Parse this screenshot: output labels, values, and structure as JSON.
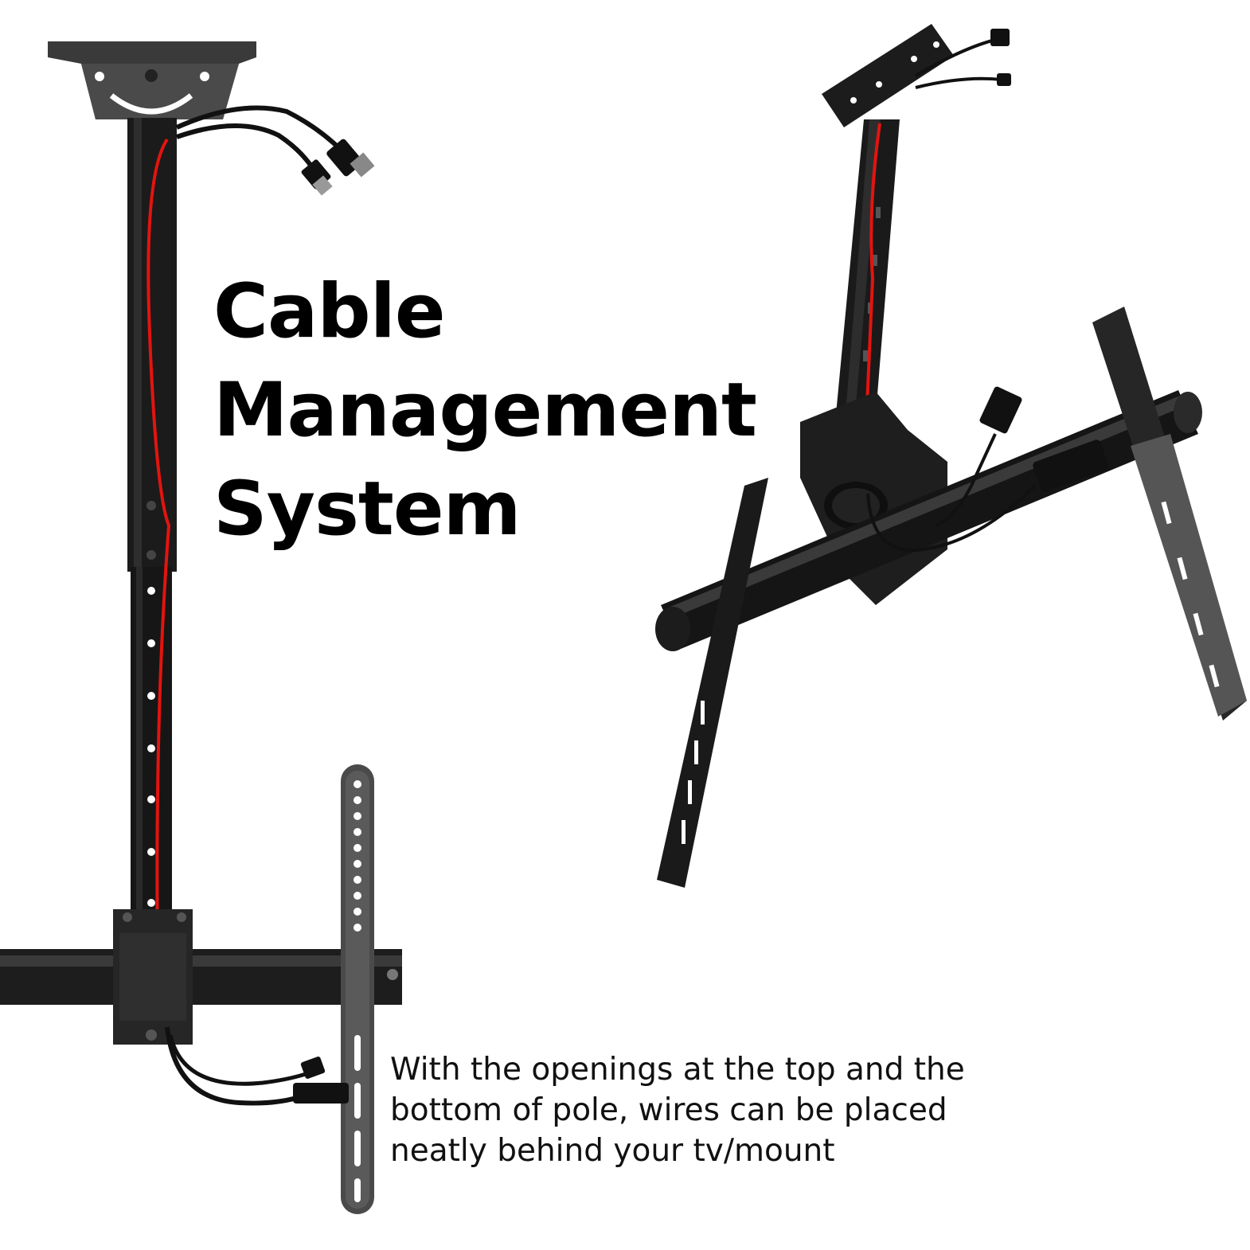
{
  "headline": {
    "lines": [
      "Cable",
      "Management",
      "System"
    ]
  },
  "caption": {
    "lines": [
      "With the openings at the top and the",
      "bottom of pole, wires can be placed",
      "neatly behind your tv/mount"
    ]
  },
  "colors": {
    "background": "#ffffff",
    "mount_metal": "#1a1a1a",
    "cable_highlight": "#e3140f",
    "text": "#000000"
  },
  "illustrations": [
    "front-view-ceiling-tv-mount",
    "angled-view-ceiling-tv-mount"
  ]
}
